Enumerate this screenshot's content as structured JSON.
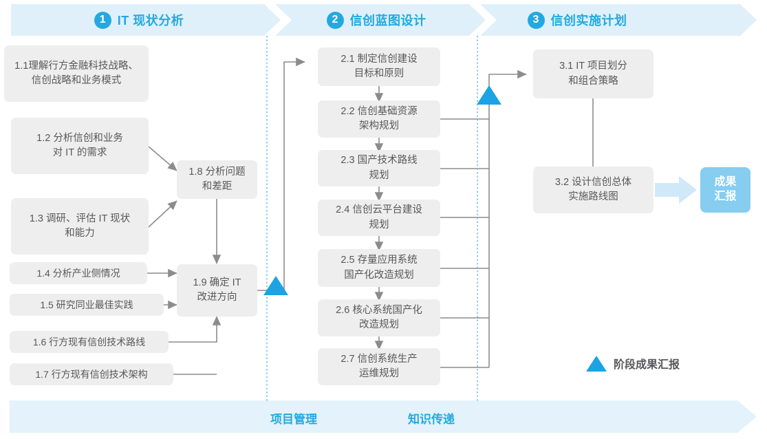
{
  "header": {
    "phases": [
      {
        "num": "1",
        "title": "IT 现状分析"
      },
      {
        "num": "2",
        "title": "信创蓝图设计"
      },
      {
        "num": "3",
        "title": "信创实施计划"
      }
    ]
  },
  "phase1_boxes": [
    {
      "id": "1.1",
      "label": "1.1理解行方金融科技战略、\n信创战略和业务模式"
    },
    {
      "id": "1.2",
      "label": "1.2 分析信创和业务\n对 IT 的需求"
    },
    {
      "id": "1.3",
      "label": "1.3 调研、评估 IT 现状\n和能力"
    },
    {
      "id": "1.4",
      "label": "1.4 分析产业侧情况"
    },
    {
      "id": "1.5",
      "label": "1.5 研究同业最佳实践"
    },
    {
      "id": "1.6",
      "label": "1.6 行方现有信创技术路线"
    },
    {
      "id": "1.7",
      "label": "1.7 行方现有信创技术架构"
    },
    {
      "id": "1.8",
      "label": "1.8 分析问题\n和差距"
    },
    {
      "id": "1.9",
      "label": "1.9 确定 IT\n改进方向"
    }
  ],
  "phase2_boxes": [
    {
      "id": "2.1",
      "label": "2.1 制定信创建设\n目标和原则"
    },
    {
      "id": "2.2",
      "label": "2.2 信创基础资源\n架构规划"
    },
    {
      "id": "2.3",
      "label": "2.3 国产技术路线\n规划"
    },
    {
      "id": "2.4",
      "label": "2.4 信创云平台建设\n规划"
    },
    {
      "id": "2.5",
      "label": "2.5 存量应用系统\n国产化改造规划"
    },
    {
      "id": "2.6",
      "label": "2.6 核心系统国产化\n改造规划"
    },
    {
      "id": "2.7",
      "label": "2.7 信创系统生产\n运维规划"
    }
  ],
  "phase3_boxes": [
    {
      "id": "3.1",
      "label": "3.1 IT 项目划分\n和组合策略"
    },
    {
      "id": "3.2",
      "label": "3.2 设计信创总体\n实施路线图"
    }
  ],
  "result_badge": {
    "label": "成果\n汇报"
  },
  "legend": {
    "label": "阶段成果汇报",
    "marker": "triangle"
  },
  "bottom_band": {
    "labels": [
      "项目管理",
      "知识传递"
    ]
  },
  "colors": {
    "accent_blue": "#23a9e1",
    "milestone_blue": "#1ba3e4",
    "header_band": "#dff0fa",
    "bottom_band": "#e3f2fb",
    "box_fill": "#eeeeee",
    "box_text": "#58585a",
    "badge_fill": "#86cdf0",
    "badge_arrow": "#cfe9f9",
    "connector": "#8c8c8c",
    "divider": "#57b8e6"
  }
}
